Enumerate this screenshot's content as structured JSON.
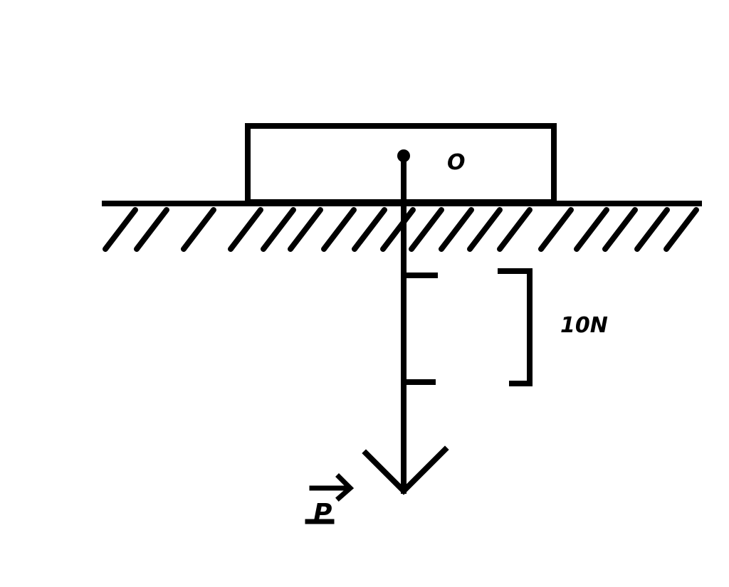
{
  "labels": {
    "point": "O",
    "scale": "10N",
    "force": "P"
  },
  "colors": {
    "ink": "#000000",
    "background": "#ffffff"
  }
}
